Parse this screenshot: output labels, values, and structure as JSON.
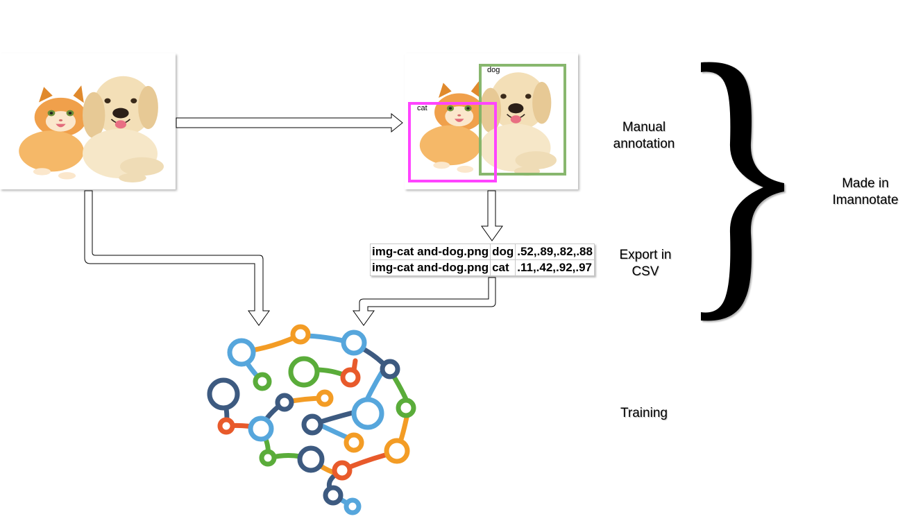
{
  "annotated_image": {
    "boxes": [
      {
        "label": "dog",
        "color": "#82b366"
      },
      {
        "label": "cat",
        "color": "#ff44ff"
      }
    ]
  },
  "labels": {
    "manual_annotation": [
      "Manual",
      "annotation"
    ],
    "export_csv": [
      "Export in",
      "CSV"
    ],
    "training": "Training",
    "made_in": [
      "Made in",
      "Imannotate"
    ]
  },
  "csv": {
    "rows": [
      [
        "img-cat and-dog.png",
        "dog",
        ".52,.89,.82,.88"
      ],
      [
        "img-cat and-dog.png",
        "cat",
        ".11,.42,.92,.97"
      ]
    ]
  },
  "brain_colors": [
    "#56a6dc",
    "#f39c25",
    "#3d5a80",
    "#e85a2b",
    "#5aac3a"
  ]
}
